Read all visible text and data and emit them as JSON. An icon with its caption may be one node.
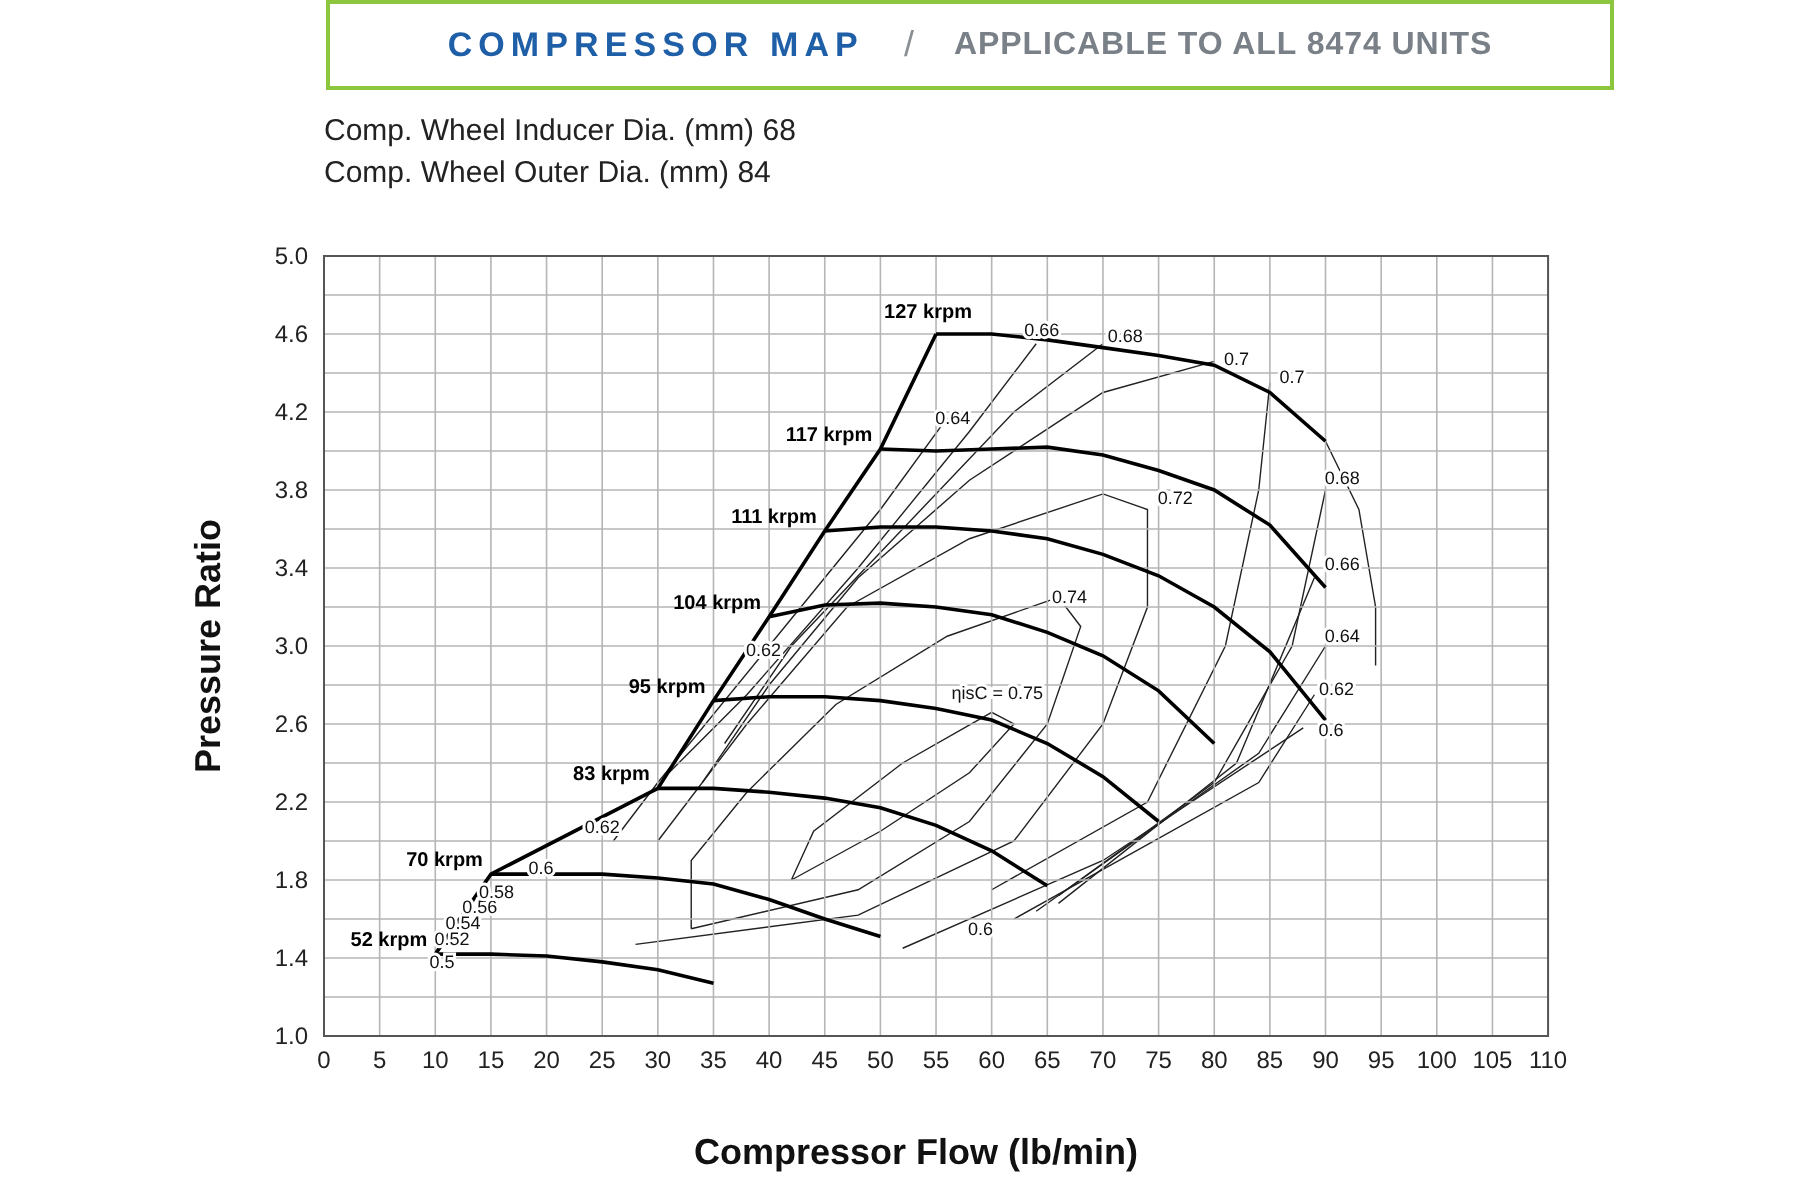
{
  "diagram": {
    "title": "COMPRESSOR MAP",
    "labels": [
      "/",
      "APPLICABLE TO ALL 8474 UNITS",
      "Comp. Wheel Inducer Dia. (mm) 68",
      "Comp. Wheel Outer Dia. (mm) 84"
    ],
    "chart_data": {
      "type": "line",
      "xlabel": "Compressor Flow (lb/min)",
      "ylabel": "Pressure Ratio",
      "xlim": [
        0,
        110
      ],
      "ylim": [
        1,
        5
      ],
      "grid": true,
      "xticks": [
        0,
        5,
        10,
        15,
        20,
        25,
        30,
        35,
        40,
        45,
        50,
        55,
        60,
        65,
        70,
        75,
        80,
        85,
        90,
        95,
        100,
        105,
        110
      ],
      "yticks": [
        {
          "value": 1,
          "label": "1.0"
        },
        1.4,
        1.8,
        2.2,
        2.6,
        {
          "value": 3,
          "label": "3.0"
        },
        3.4,
        3.8,
        4.2,
        4.6,
        {
          "value": 5,
          "label": "5.0"
        }
      ],
      "x": [
        10,
        15,
        20,
        25,
        30,
        35,
        40,
        45,
        50,
        55,
        60,
        65,
        70,
        75,
        80,
        85,
        90
      ],
      "series": [
        {
          "name": "52 krpm",
          "color": "#000000",
          "values": [
            1.42,
            1.42,
            1.41,
            1.38,
            1.34,
            1.27,
            null,
            null,
            null,
            null,
            null,
            null,
            null,
            null,
            null,
            null,
            null
          ]
        },
        {
          "name": "70 krpm",
          "color": "#000000",
          "values": [
            null,
            1.83,
            1.83,
            1.83,
            1.81,
            1.78,
            1.7,
            1.6,
            1.51,
            null,
            null,
            null,
            null,
            null,
            null,
            null,
            null
          ]
        },
        {
          "name": "83 krpm",
          "color": "#000000",
          "values": [
            null,
            null,
            null,
            null,
            2.27,
            2.27,
            2.25,
            2.22,
            2.17,
            2.08,
            1.95,
            1.77,
            null,
            null,
            null,
            null,
            null
          ]
        },
        {
          "name": "95 krpm",
          "color": "#000000",
          "values": [
            null,
            null,
            null,
            null,
            null,
            2.72,
            2.74,
            2.74,
            2.72,
            2.68,
            2.62,
            2.5,
            2.33,
            2.1,
            null,
            null,
            null
          ]
        },
        {
          "name": "104 krpm",
          "color": "#000000",
          "values": [
            null,
            null,
            null,
            null,
            null,
            null,
            3.15,
            3.21,
            3.22,
            3.2,
            3.16,
            3.07,
            2.95,
            2.77,
            2.5,
            null,
            null
          ]
        },
        {
          "name": "111 krpm",
          "color": "#000000",
          "values": [
            null,
            null,
            null,
            null,
            null,
            null,
            null,
            3.59,
            3.61,
            3.61,
            3.59,
            3.55,
            3.47,
            3.36,
            3.2,
            2.97,
            2.62
          ]
        },
        {
          "name": "117 krpm",
          "color": "#000000",
          "values": [
            null,
            null,
            null,
            null,
            null,
            null,
            null,
            null,
            4.01,
            4.0,
            4.01,
            4.02,
            3.98,
            3.9,
            3.8,
            3.62,
            3.3
          ]
        },
        {
          "name": "127 krpm",
          "color": "#000000",
          "values": [
            null,
            null,
            null,
            null,
            null,
            null,
            null,
            null,
            null,
            4.6,
            4.6,
            4.57,
            4.53,
            4.49,
            4.44,
            4.3,
            4.05
          ]
        }
      ],
      "annotations": [
        "0.5",
        "0.52",
        "0.54",
        "0.56",
        "0.58",
        "0.6",
        "0.62",
        "0.62",
        "0.64",
        "0.66",
        "0.68",
        "0.7",
        "0.7",
        "0.72",
        "0.74",
        "ηisC = 0.75",
        "0.68",
        "0.66",
        "0.64",
        "0.62",
        "0.6",
        "0.6"
      ]
    }
  }
}
